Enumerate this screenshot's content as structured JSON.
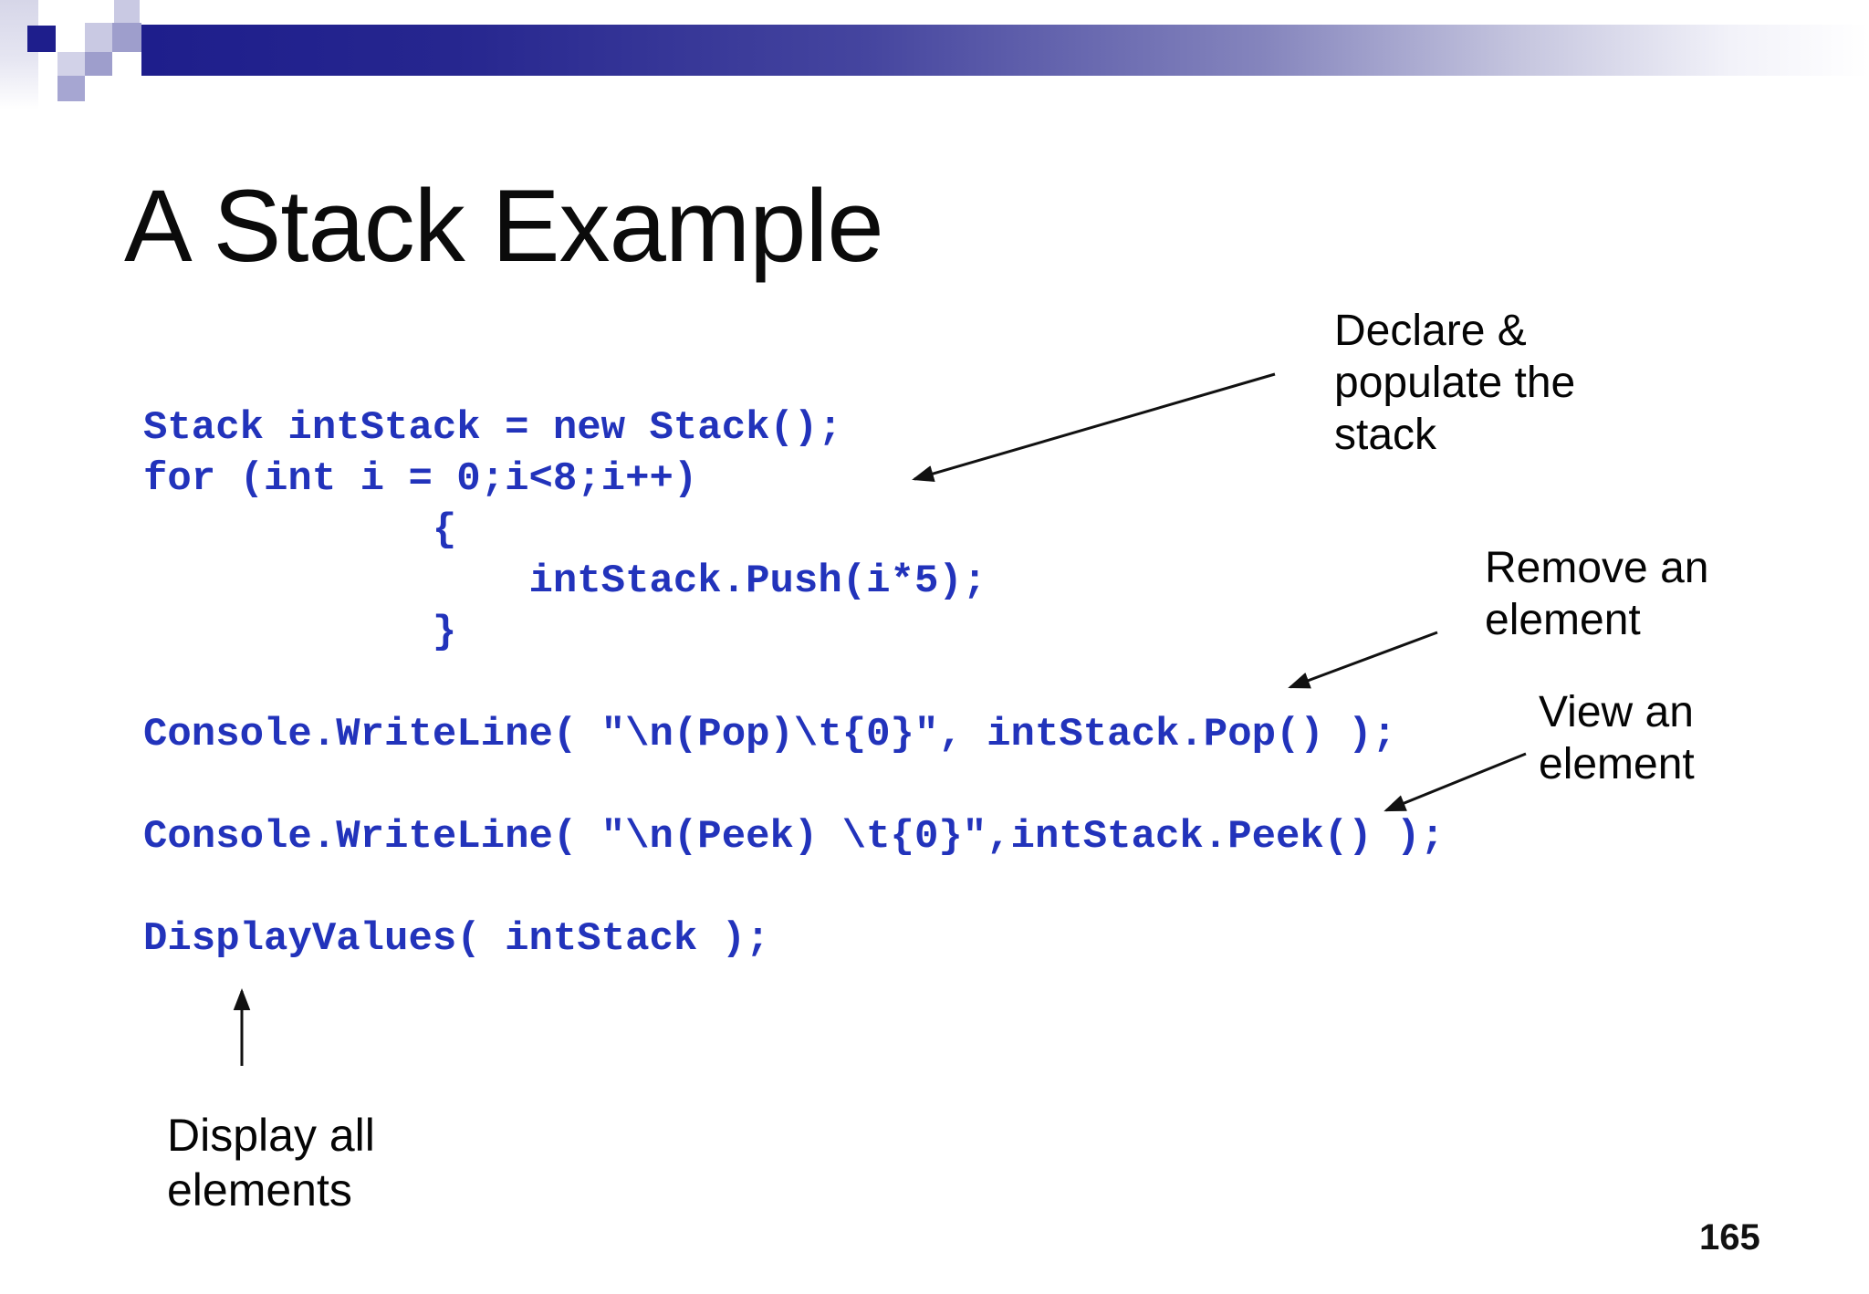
{
  "title": "A Stack Example",
  "page_number": "165",
  "code_lines": [
    "Stack intStack = new Stack();",
    "for (int i = 0;i<8;i++)",
    "            {",
    "                intStack.Push(i*5);",
    "            }",
    "",
    "Console.WriteLine( \"\\n(Pop)\\t{0}\", intStack.Pop() );",
    "",
    "Console.WriteLine( \"\\n(Peek) \\t{0}\",intStack.Peek() );",
    "",
    "DisplayValues( intStack );"
  ],
  "annotations": {
    "declare": {
      "lines": [
        "Declare &",
        "populate the",
        "stack"
      ]
    },
    "remove": {
      "lines": [
        "Remove an",
        "element"
      ]
    },
    "view": {
      "lines": [
        "View an",
        "element"
      ]
    },
    "display": {
      "lines": [
        "Display all",
        "elements"
      ]
    }
  },
  "colors": {
    "code_blue": "#2233bb",
    "bar_navy": "#1e1e8c",
    "square_light": "#c9c9e3",
    "square_mid": "#9e9ecc",
    "arrow_black": "#111111"
  }
}
